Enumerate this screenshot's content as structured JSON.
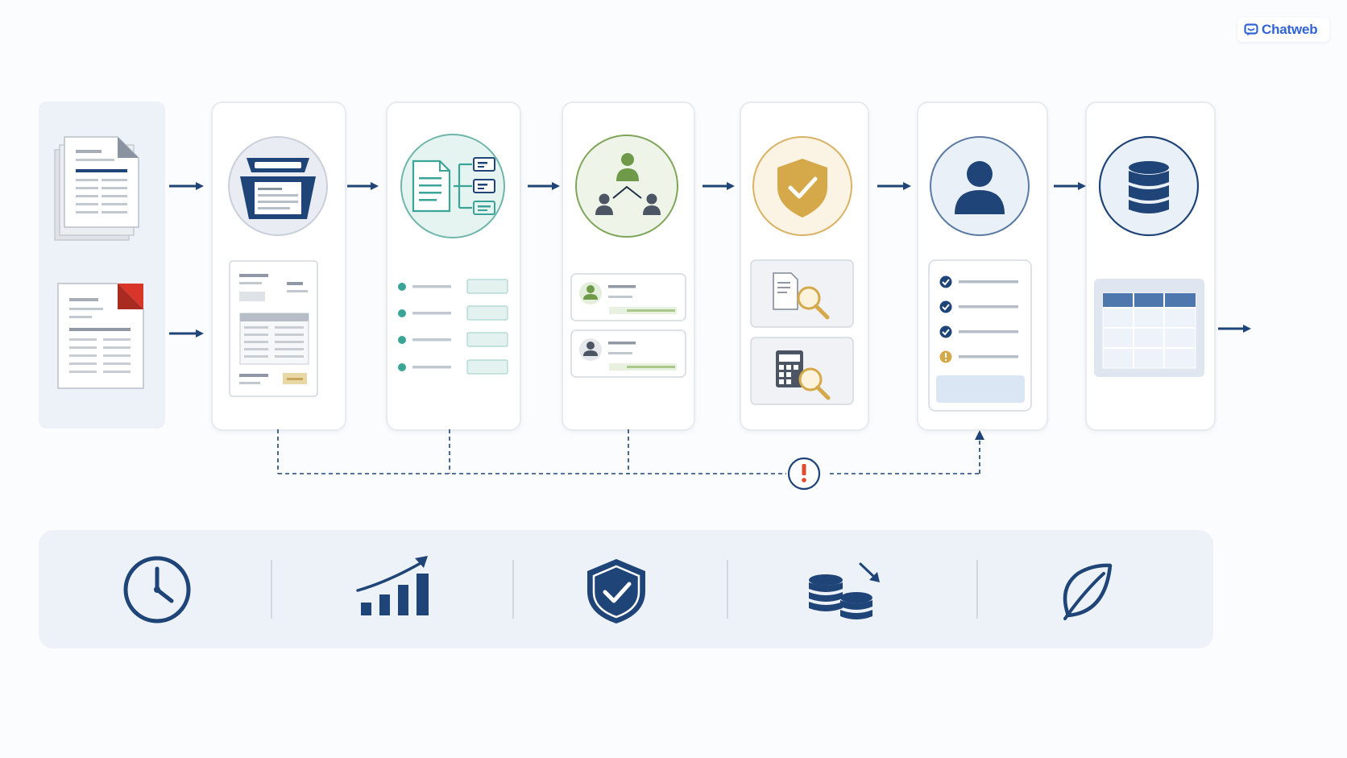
{
  "brand": {
    "label": "Chatweb",
    "icon": "chat-icon",
    "color": "#2f63d6"
  },
  "colors": {
    "navy": "#1f4477",
    "teal": "#3aa597",
    "green": "#6f9a4a",
    "gold": "#d5a84a",
    "alert": "#e04a2f",
    "pdf_red": "#d8362b"
  },
  "pipeline": {
    "inputs": [
      {
        "icon": "document-stack-icon"
      },
      {
        "icon": "pdf-file-icon"
      }
    ],
    "stages": [
      {
        "id": "scan",
        "icon": "scanner-icon",
        "detail": "scanned-invoice-preview"
      },
      {
        "id": "extract",
        "icon": "document-fields-extraction-icon",
        "detail": "extracted-field-list",
        "field_count": 4
      },
      {
        "id": "classify",
        "icon": "user-routing-icon",
        "detail": "assigned-user-cards",
        "card_count": 2
      },
      {
        "id": "validate",
        "icon": "shield-check-icon",
        "detail": [
          "document-search-icon",
          "calculator-search-icon"
        ]
      },
      {
        "id": "review",
        "icon": "user-icon",
        "detail": "review-checklist",
        "checks": [
          "ok",
          "ok",
          "ok",
          "warning"
        ]
      },
      {
        "id": "store",
        "icon": "database-icon",
        "detail": "data-table-preview"
      }
    ],
    "exception_path": {
      "icon": "exclamation-alert-icon",
      "sources": [
        "scan",
        "extract",
        "classify"
      ],
      "target": "review"
    }
  },
  "benefits": [
    {
      "icon": "clock-icon"
    },
    {
      "icon": "growth-chart-icon"
    },
    {
      "icon": "shield-check-icon"
    },
    {
      "icon": "coins-decrease-icon"
    },
    {
      "icon": "leaf-icon"
    }
  ]
}
